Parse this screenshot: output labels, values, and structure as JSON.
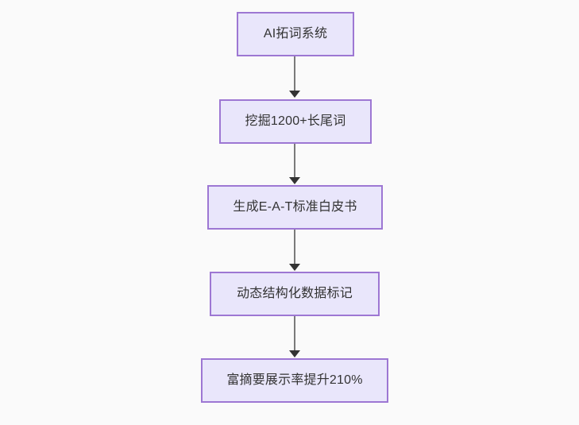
{
  "diagram": {
    "type": "flowchart",
    "orientation": "top-to-bottom",
    "background_color": "#fafafa",
    "node_fill_color": "#e9e6fb",
    "node_border_color": "#9d77d3",
    "node_text_color": "#333333",
    "edge_color": "#7a7a7a",
    "arrowhead_color": "#333333",
    "nodes": [
      {
        "id": "node-1",
        "label": "AI拓词系统"
      },
      {
        "id": "node-2",
        "label": "挖掘1200+长尾词"
      },
      {
        "id": "node-3",
        "label": "生成E-A-T标准白皮书"
      },
      {
        "id": "node-4",
        "label": "动态结构化数据标记"
      },
      {
        "id": "node-5",
        "label": "富摘要展示率提升210%"
      }
    ],
    "edges": [
      {
        "id": "edge-1",
        "from": "node-1",
        "to": "node-2",
        "label": ""
      },
      {
        "id": "edge-2",
        "from": "node-2",
        "to": "node-3",
        "label": ""
      },
      {
        "id": "edge-3",
        "from": "node-3",
        "to": "node-4",
        "label": ""
      },
      {
        "id": "edge-4",
        "from": "node-4",
        "to": "node-5",
        "label": ""
      }
    ]
  }
}
